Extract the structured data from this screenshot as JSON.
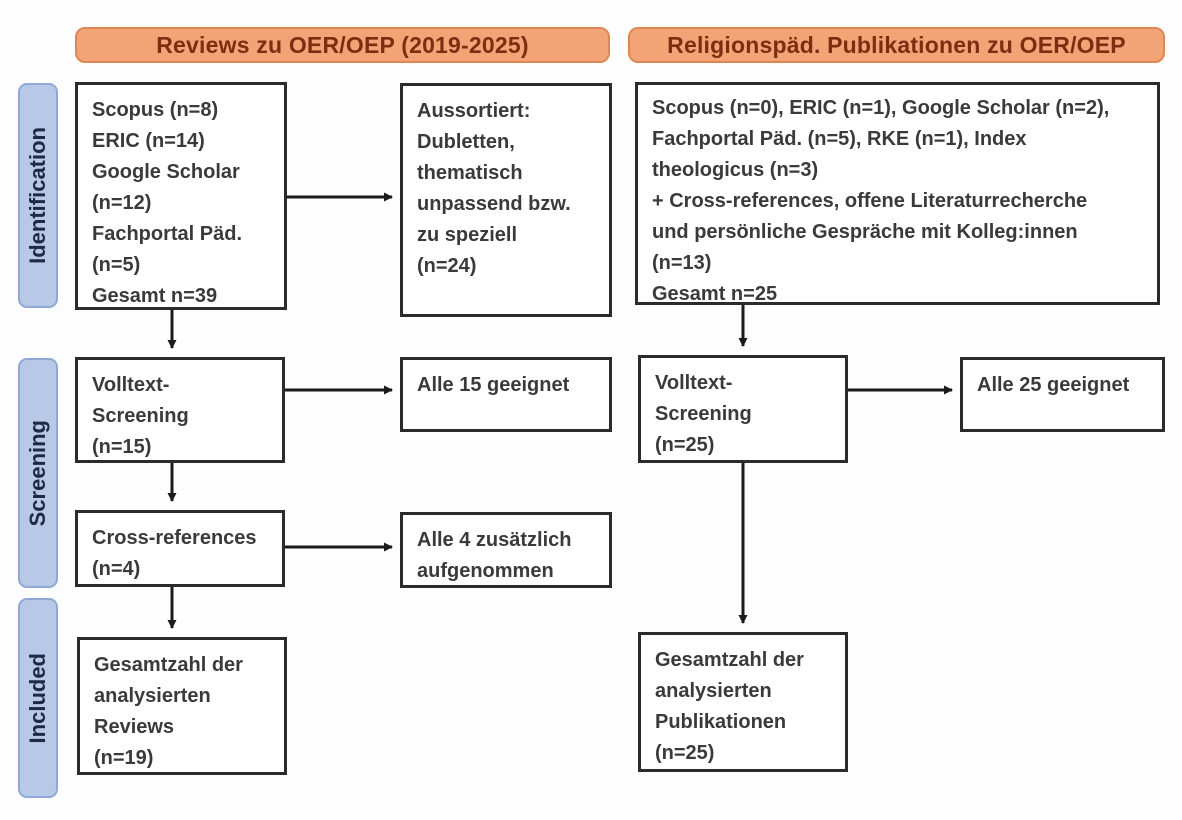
{
  "diagram": {
    "columns": {
      "left": {
        "header": "Reviews zu OER/OEP (2019-2025)"
      },
      "right": {
        "header": "Religionspäd. Publikationen zu OER/OEP"
      }
    },
    "stages": {
      "identification": "Identification",
      "screening": "Screening",
      "included": "Included"
    },
    "boxes": {
      "left_sources": "Scopus (n=8)\nERIC (n=14)\nGoogle Scholar\n(n=12)\nFachportal Päd.\n(n=5)\nGesamt n=39",
      "left_excluded": "Aussortiert:\nDubletten,\nthematisch\nunpassend bzw.\nzu speziell\n(n=24)",
      "left_fulltext": "Volltext-\nScreening\n(n=15)",
      "left_fulltext_result": "Alle 15 geeignet",
      "left_crossref": "Cross-references\n(n=4)",
      "left_crossref_result": "Alle 4 zusätzlich\naufgenommen",
      "left_included": "Gesamtzahl der\nanalysierten\nReviews\n(n=19)",
      "right_sources": "Scopus (n=0), ERIC (n=1), Google Scholar (n=2),\nFachportal Päd. (n=5), RKE (n=1), Index\ntheologicus (n=3)\n+ Cross-references, offene Literaturrecherche\nund persönliche Gespräche mit Kolleg:innen\n(n=13)\nGesamt n=25",
      "right_fulltext": "Volltext-\nScreening\n(n=25)",
      "right_fulltext_result": "Alle 25 geeignet",
      "right_included": "Gesamtzahl der\nanalysierten\nPublikationen\n(n=25)"
    },
    "colors": {
      "accent_orange_fill": "#F2A476",
      "accent_orange_border": "#DE8756",
      "accent_orange_text": "#7D2E11",
      "accent_blue_fill": "#B7C9E7",
      "accent_blue_border": "#8FA9D6",
      "accent_blue_text": "#1C2B45",
      "box_border": "#2B2B2B",
      "box_text": "#3A3A3A",
      "arrow": "#1B1B1B",
      "background": "#FDFDFD"
    }
  }
}
